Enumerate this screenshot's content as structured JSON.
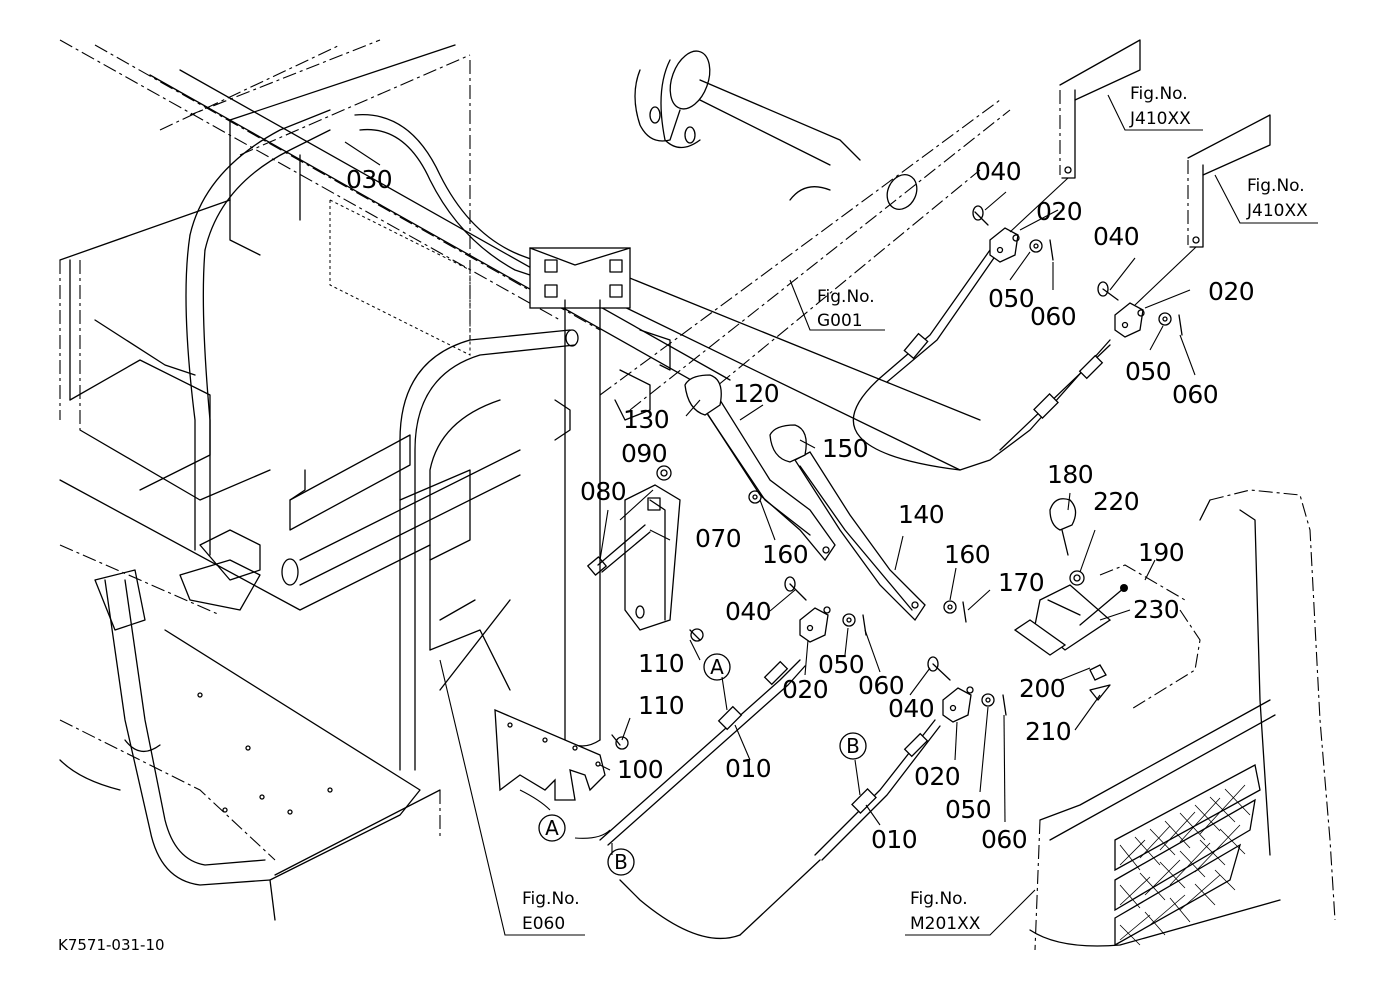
{
  "document": {
    "drawing_id": "K7571-031-10",
    "type": "exploded parts diagram"
  },
  "callouts": [
    {
      "id": "c010a",
      "label": "010"
    },
    {
      "id": "c010b",
      "label": "010"
    },
    {
      "id": "c020a",
      "label": "020"
    },
    {
      "id": "c020b",
      "label": "020"
    },
    {
      "id": "c020c",
      "label": "020"
    },
    {
      "id": "c020d",
      "label": "020"
    },
    {
      "id": "c030",
      "label": "030"
    },
    {
      "id": "c040a",
      "label": "040"
    },
    {
      "id": "c040b",
      "label": "040"
    },
    {
      "id": "c040c",
      "label": "040"
    },
    {
      "id": "c040d",
      "label": "040"
    },
    {
      "id": "c050a",
      "label": "050"
    },
    {
      "id": "c050b",
      "label": "050"
    },
    {
      "id": "c050c",
      "label": "050"
    },
    {
      "id": "c050d",
      "label": "050"
    },
    {
      "id": "c060a",
      "label": "060"
    },
    {
      "id": "c060b",
      "label": "060"
    },
    {
      "id": "c060c",
      "label": "060"
    },
    {
      "id": "c060d",
      "label": "060"
    },
    {
      "id": "c070",
      "label": "070"
    },
    {
      "id": "c080",
      "label": "080"
    },
    {
      "id": "c090",
      "label": "090"
    },
    {
      "id": "c100",
      "label": "100"
    },
    {
      "id": "c110a",
      "label": "110"
    },
    {
      "id": "c110b",
      "label": "110"
    },
    {
      "id": "c120",
      "label": "120"
    },
    {
      "id": "c130",
      "label": "130"
    },
    {
      "id": "c140",
      "label": "140"
    },
    {
      "id": "c150",
      "label": "150"
    },
    {
      "id": "c160a",
      "label": "160"
    },
    {
      "id": "c160b",
      "label": "160"
    },
    {
      "id": "c170",
      "label": "170"
    },
    {
      "id": "c180",
      "label": "180"
    },
    {
      "id": "c190",
      "label": "190"
    },
    {
      "id": "c200",
      "label": "200"
    },
    {
      "id": "c210",
      "label": "210"
    },
    {
      "id": "c220",
      "label": "220"
    },
    {
      "id": "c230",
      "label": "230"
    }
  ],
  "figure_refs": [
    {
      "id": "j410a",
      "line1": "Fig.No.",
      "line2": "J410XX"
    },
    {
      "id": "j410b",
      "line1": "Fig.No.",
      "line2": "J410XX"
    },
    {
      "id": "g001",
      "line1": "Fig.No.",
      "line2": "G001"
    },
    {
      "id": "e060",
      "line1": "Fig.No.",
      "line2": "E060"
    },
    {
      "id": "m201",
      "line1": "Fig.No.",
      "line2": "M201XX"
    }
  ],
  "connection_markers": [
    {
      "id": "A1",
      "label": "A"
    },
    {
      "id": "B1",
      "label": "B"
    },
    {
      "id": "A2",
      "label": "A"
    },
    {
      "id": "B2",
      "label": "B"
    }
  ]
}
